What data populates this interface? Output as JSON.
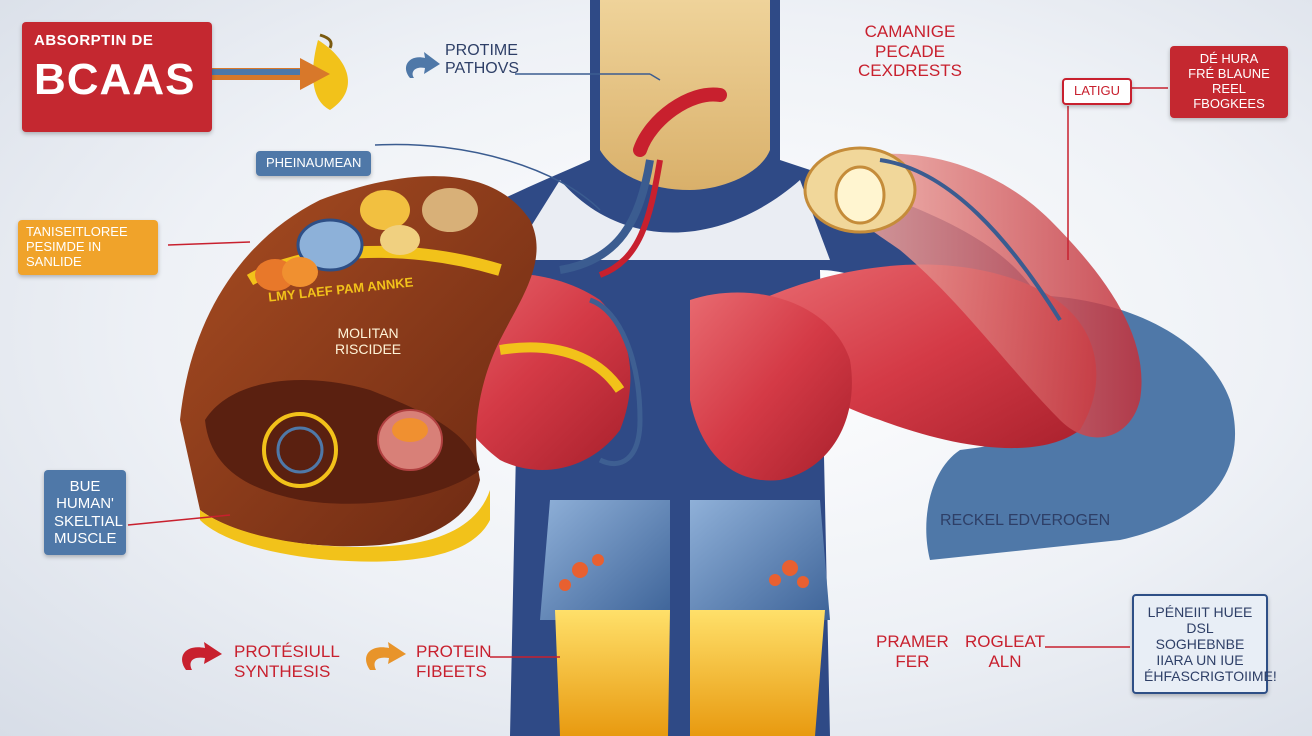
{
  "title": {
    "line1": "ABSORPTIN DE",
    "line2": "BCAAs"
  },
  "labels": {
    "protime": {
      "line1": "PROTIME",
      "line2": "PATHOVS"
    },
    "campaign": {
      "line1": "CAMANIGE",
      "line2": "PECADE",
      "line3": "CEXDRESTS"
    },
    "latigu": "LATIGU",
    "de_hura": {
      "line1": "DÉ HURA",
      "line2": "FRÉ BLAUNE",
      "line3": "REEL FBOGKEES"
    },
    "phenaman": "PHEINAUMEAN",
    "transit": {
      "line1": "TANISEITLOREE",
      "line2": "PESIMDE IN SANLIDE"
    },
    "band": "LMY LAEF PAM ANNKE",
    "moltan": {
      "line1": "MOLITAN",
      "line2": "RISCIDEE"
    },
    "blue_human": {
      "line1": "BUE",
      "line2": "HUMAN'",
      "line3": "SKELTIAL",
      "line4": "MUSCLE"
    },
    "reckel": "RECKEL EDVEROGEN",
    "protesull": {
      "line1": "PROTÉSIULL",
      "line2": "SYNTHESIS"
    },
    "protein": {
      "line1": "PROTEIN",
      "line2": "FIBEETS"
    },
    "pramer": {
      "line1": "PRAMER",
      "line2": "FER"
    },
    "rocleat": {
      "line1": "ROGLEAT",
      "line2": "ALN"
    },
    "lpenet": {
      "line1": "LPÉNEIIT HUEE",
      "line2": "DSL SOGHEBNBE",
      "line3": "IIARA UN IUE",
      "line4": "ÉHFASCRIGTOIIME!"
    }
  },
  "colors": {
    "red": "#c8202e",
    "navy": "#2e3f67",
    "blue": "#4f78a8",
    "orange": "#f0a32a",
    "skin": "#e2c080",
    "muscle": "#d63a46",
    "liver": "#8a3a1c",
    "yellow": "#f2c21a"
  }
}
